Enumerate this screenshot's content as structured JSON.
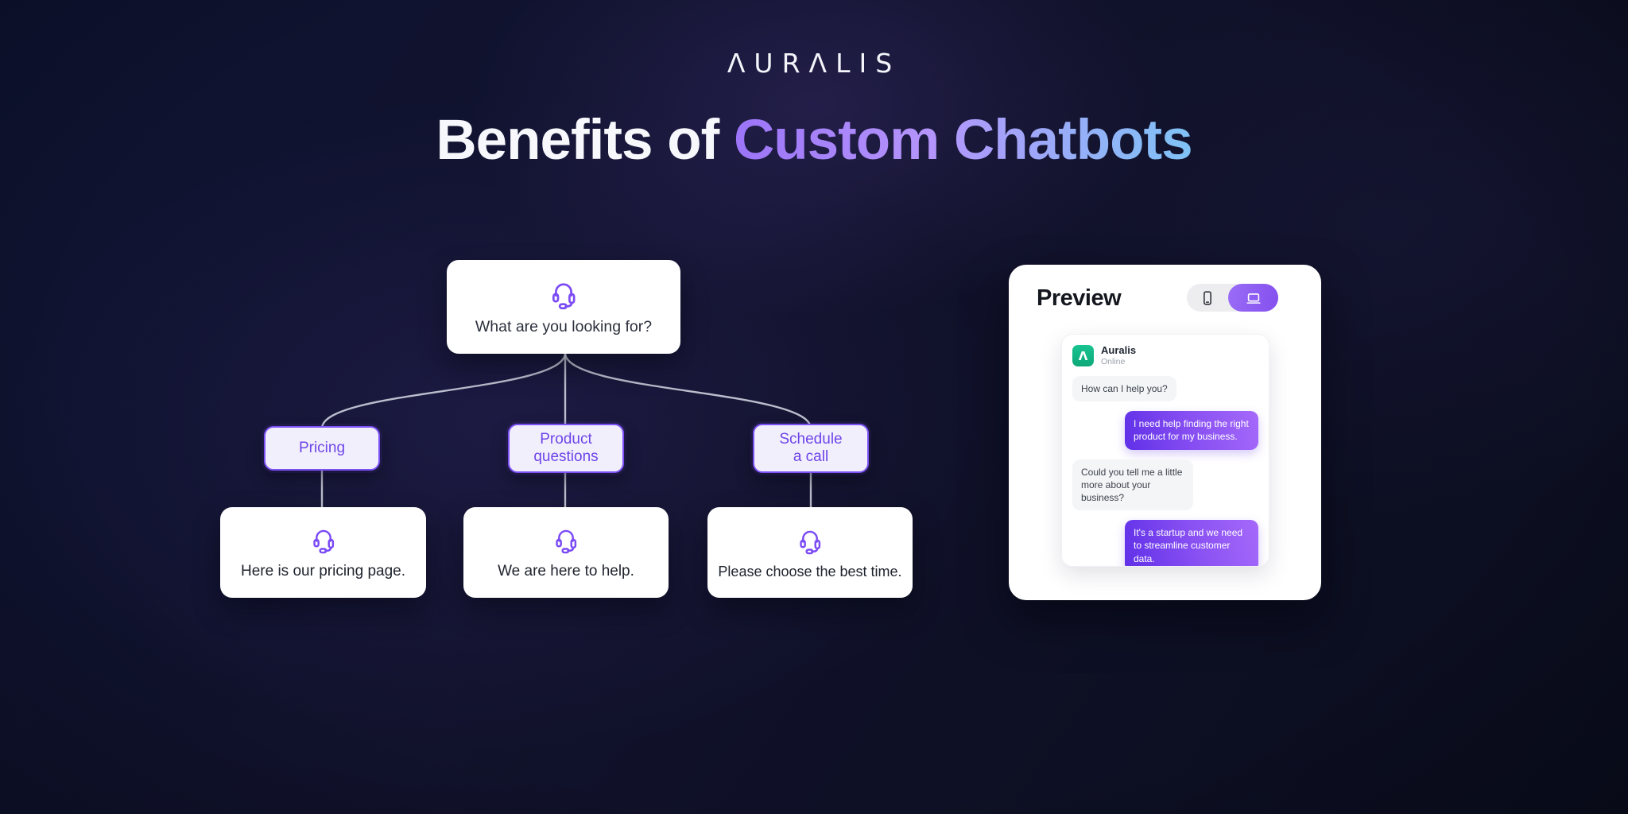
{
  "brand": {
    "logo_text": "ΛURΛLIS",
    "avatar_glyph": "Λ"
  },
  "title": {
    "prefix": "Benefits of ",
    "highlight": "Custom Chatbots"
  },
  "flowchart": {
    "root": {
      "question": "What are you looking for?",
      "icon": "headset-icon"
    },
    "options": [
      {
        "label": "Pricing",
        "response": "Here is our pricing page.",
        "icon": "headset-icon"
      },
      {
        "label": "Product questions",
        "response": "We are here to help.",
        "icon": "headset-icon"
      },
      {
        "label": "Schedule a call",
        "response": "Please choose the best time.",
        "icon": "headset-icon"
      }
    ]
  },
  "preview": {
    "title": "Preview",
    "device_toggle": {
      "options": [
        {
          "name": "mobile",
          "icon": "mobile-icon",
          "active": false
        },
        {
          "name": "desktop",
          "icon": "laptop-icon",
          "active": true
        }
      ]
    },
    "chat": {
      "agent_name": "Auralis",
      "agent_status": "Online",
      "messages": [
        {
          "from": "bot",
          "text": "How can I help you?"
        },
        {
          "from": "user",
          "text": "I need help finding the right product for my business."
        },
        {
          "from": "bot",
          "text": "Could you tell me a little more about your business?"
        },
        {
          "from": "user",
          "text": "It's a startup and we need to streamline customer data."
        }
      ]
    }
  },
  "colors": {
    "background_navy": "#0e1331",
    "title_gradient_start": "#9b74f8",
    "title_gradient_end": "#7fc3f6",
    "accent_purple": "#7c52f5",
    "bubble_user_gradient_start": "#6030e8",
    "bubble_user_gradient_end": "#a569fa",
    "brand_green": "#12b886",
    "connector_gray": "#dfe3ee"
  }
}
